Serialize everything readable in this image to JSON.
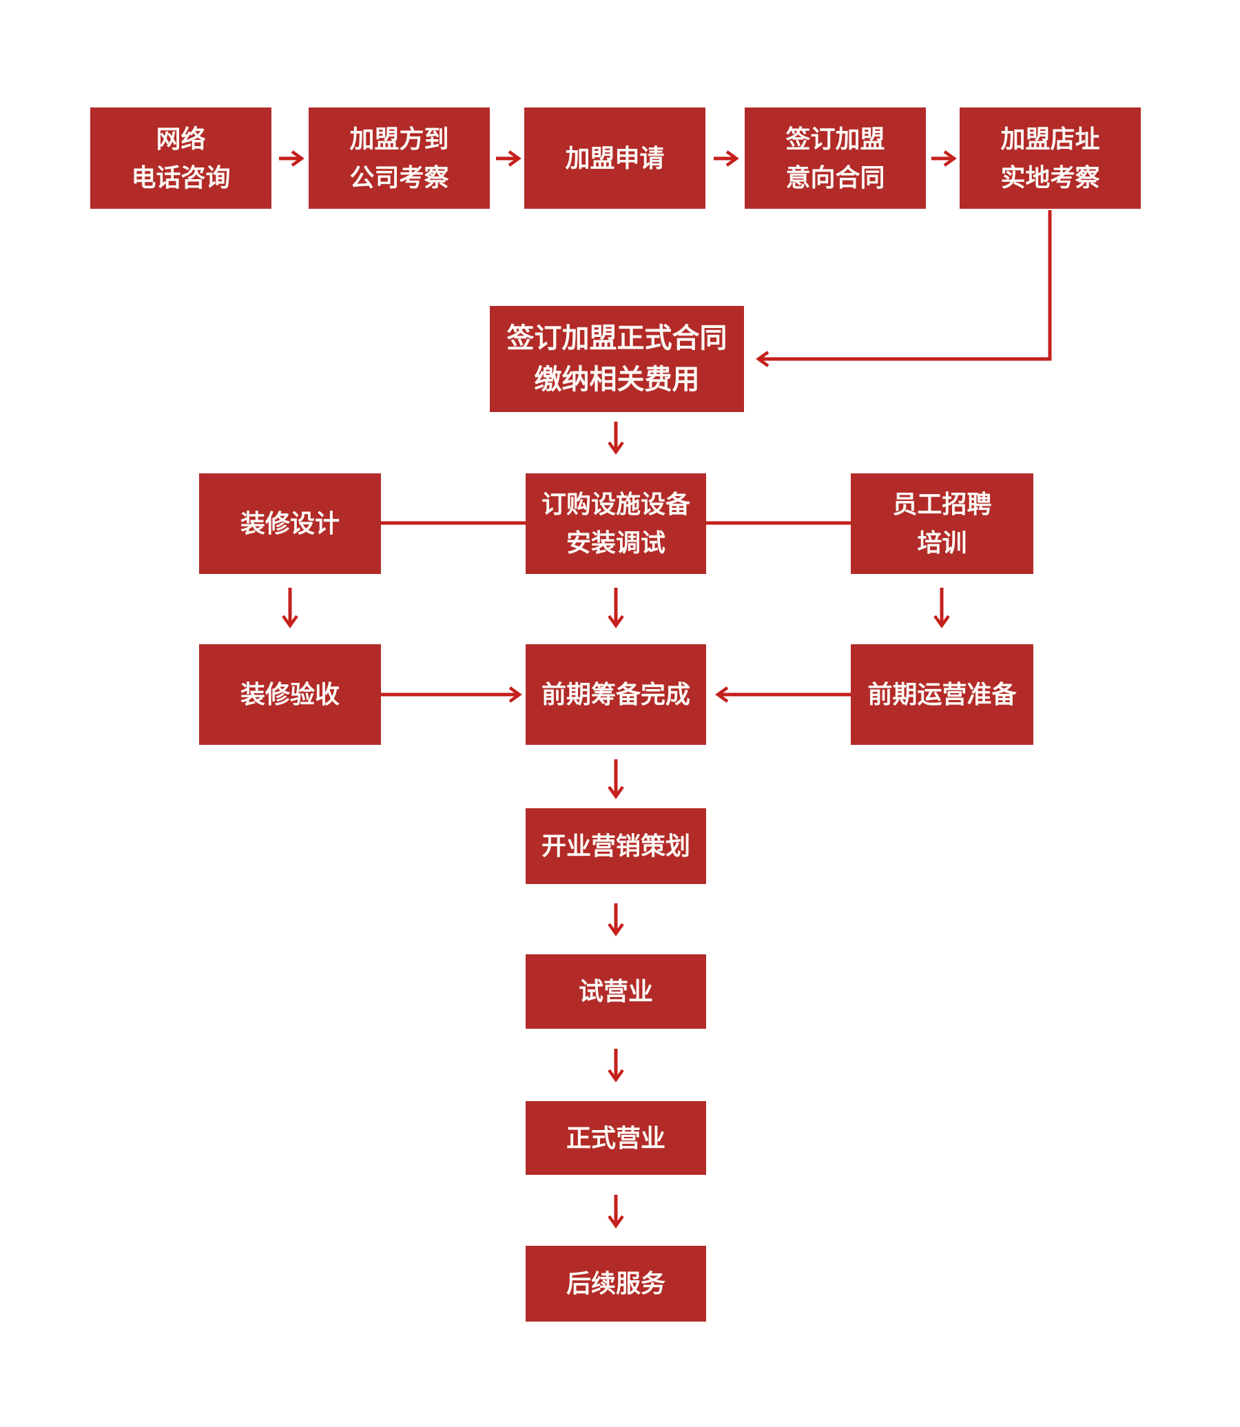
{
  "page": {
    "background": "#ffffff",
    "description": "franchise-joining-process-flowchart"
  },
  "colors": {
    "node_fill": "#b22b28",
    "node_text": "#fdfaf6",
    "connector": "#c4201c"
  },
  "flowchart": {
    "nodes": [
      {
        "id": "online-phone-consult",
        "label": "网络\n电话咨询"
      },
      {
        "id": "visit-company",
        "label": "加盟方到\n公司考察"
      },
      {
        "id": "franchise-application",
        "label": "加盟申请"
      },
      {
        "id": "sign-intent-contract",
        "label": "签订加盟\n意向合同"
      },
      {
        "id": "site-inspection",
        "label": "加盟店址\n实地考察"
      },
      {
        "id": "sign-formal-contract",
        "label": "签订加盟正式合同\n缴纳相关费用"
      },
      {
        "id": "decoration-design",
        "label": "装修设计"
      },
      {
        "id": "order-equipment",
        "label": "订购设施设备\n安装调试"
      },
      {
        "id": "staff-recruitment",
        "label": "员工招聘\n培训"
      },
      {
        "id": "decoration-acceptance",
        "label": "装修验收"
      },
      {
        "id": "preparation-complete",
        "label": "前期筹备完成"
      },
      {
        "id": "operation-preparation",
        "label": "前期运营准备"
      },
      {
        "id": "opening-marketing",
        "label": "开业营销策划"
      },
      {
        "id": "trial-operation",
        "label": "试营业"
      },
      {
        "id": "official-opening",
        "label": "正式营业"
      },
      {
        "id": "follow-up-service",
        "label": "后续服务"
      }
    ]
  }
}
